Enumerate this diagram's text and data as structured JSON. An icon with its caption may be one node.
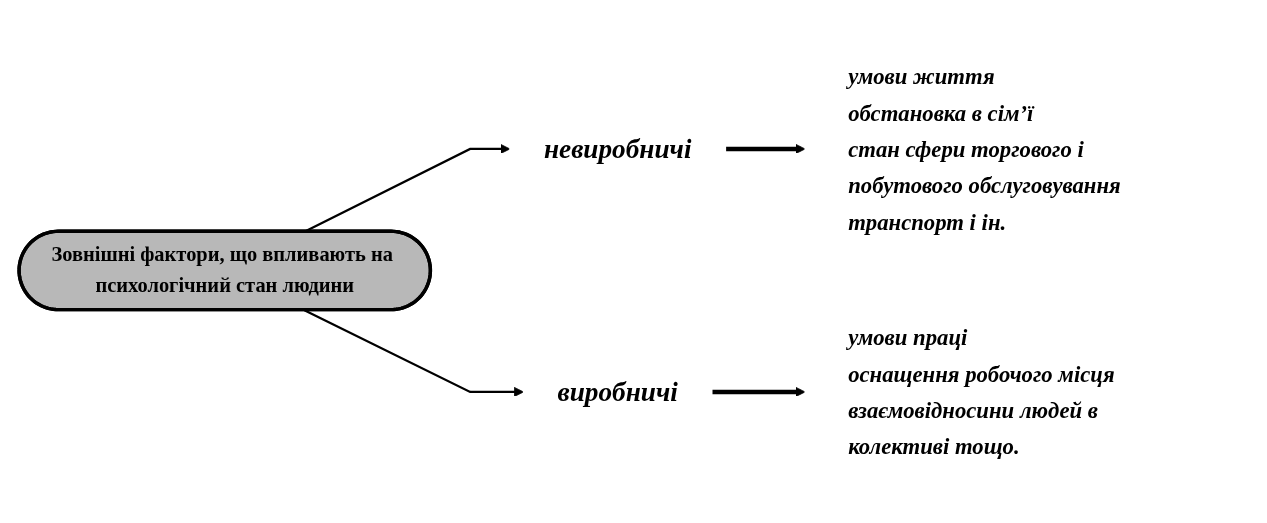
{
  "diagram": {
    "nodes": [
      {
        "text": [
          "Зовнішні фактори, що впливають на психологічний стан людини"
        ]
      },
      {
        "text": [
          "невиробничі"
        ]
      },
      {
        "text": [
          "виробничі"
        ]
      },
      {
        "text": [
          "умови життя",
          "обстановка в сім’ї",
          "стан сфери торгового і побутового обслуговування",
          "транспорт і ін."
        ]
      },
      {
        "text": [
          "умови праці",
          "оснащення робочого місця",
          "взаємовідносини людей в колективі тощо."
        ]
      }
    ],
    "edges": [
      {
        "from": 0,
        "to": 1,
        "arrow": "to"
      },
      {
        "from": 0,
        "to": 2,
        "arrow": "to"
      },
      {
        "from": 1,
        "to": 3,
        "arrow": "to",
        "style": "thick"
      },
      {
        "from": 2,
        "to": 4,
        "arrow": "to",
        "style": "thick"
      }
    ]
  }
}
